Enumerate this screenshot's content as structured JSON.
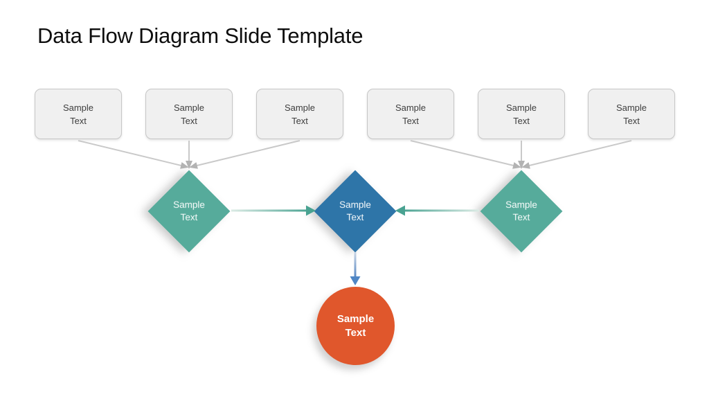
{
  "slide": {
    "title": "Data Flow Diagram Slide Template"
  },
  "colors": {
    "teal": "#56ab9b",
    "blue": "#2e75a8",
    "orange": "#e0572c",
    "arrow-teal": "#49a291",
    "arrow-blue": "#4f86c5",
    "connector": "#c9c9c9",
    "connector-head": "#b3b3b3",
    "box-fill": "#f0f0f0",
    "box-border": "#c6c6c6",
    "box-text": "#3d3d3d",
    "title-text": "#0d0d0d"
  },
  "source_boxes": [
    {
      "label": "Sample\nText"
    },
    {
      "label": "Sample\nText"
    },
    {
      "label": "Sample\nText"
    },
    {
      "label": "Sample\nText"
    },
    {
      "label": "Sample\nText"
    },
    {
      "label": "Sample\nText"
    }
  ],
  "process_nodes": {
    "left": {
      "label": "Sample\nText"
    },
    "center": {
      "label": "Sample\nText"
    },
    "right": {
      "label": "Sample\nText"
    }
  },
  "output_node": {
    "label": "Sample\nText"
  }
}
